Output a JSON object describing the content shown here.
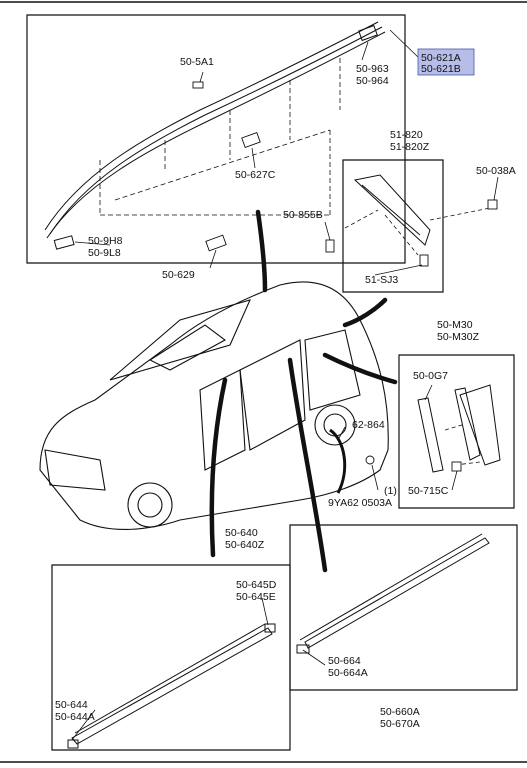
{
  "parts": {
    "roof_rail_highlight": [
      "50-621A",
      "50-621B"
    ],
    "rail_cap_rear": [
      "50-963",
      "50-964"
    ],
    "rail_clip": "50-5A1",
    "rail_bracket": "50-627C",
    "rail_end_front": [
      "50-9H8",
      "50-9L8"
    ],
    "rail_bracket_b": "50-629",
    "quarter_garnish": [
      "51-820",
      "51-820Z"
    ],
    "clip_a": "50-038A",
    "clip_b": "50-855B",
    "clip_c": "51-SJ3",
    "pillar_garnish": [
      "50-M30",
      "50-M30Z"
    ],
    "pillar_seal": "50-0G7",
    "pillar_clip": "50-715C",
    "fender_seal": "62-864",
    "screw_ref": "(1)",
    "screw_code": "9YA62 0503A",
    "front_molding": [
      "50-640",
      "50-640Z"
    ],
    "front_molding_end_a": [
      "50-645D",
      "50-645E"
    ],
    "front_molding_end_b": [
      "50-644",
      "50-644A"
    ],
    "rear_molding_end": [
      "50-664",
      "50-664A"
    ],
    "rear_molding": [
      "50-660A",
      "50-670A"
    ]
  },
  "colors": {
    "highlight": "#b6bde8",
    "ink": "#111111"
  }
}
